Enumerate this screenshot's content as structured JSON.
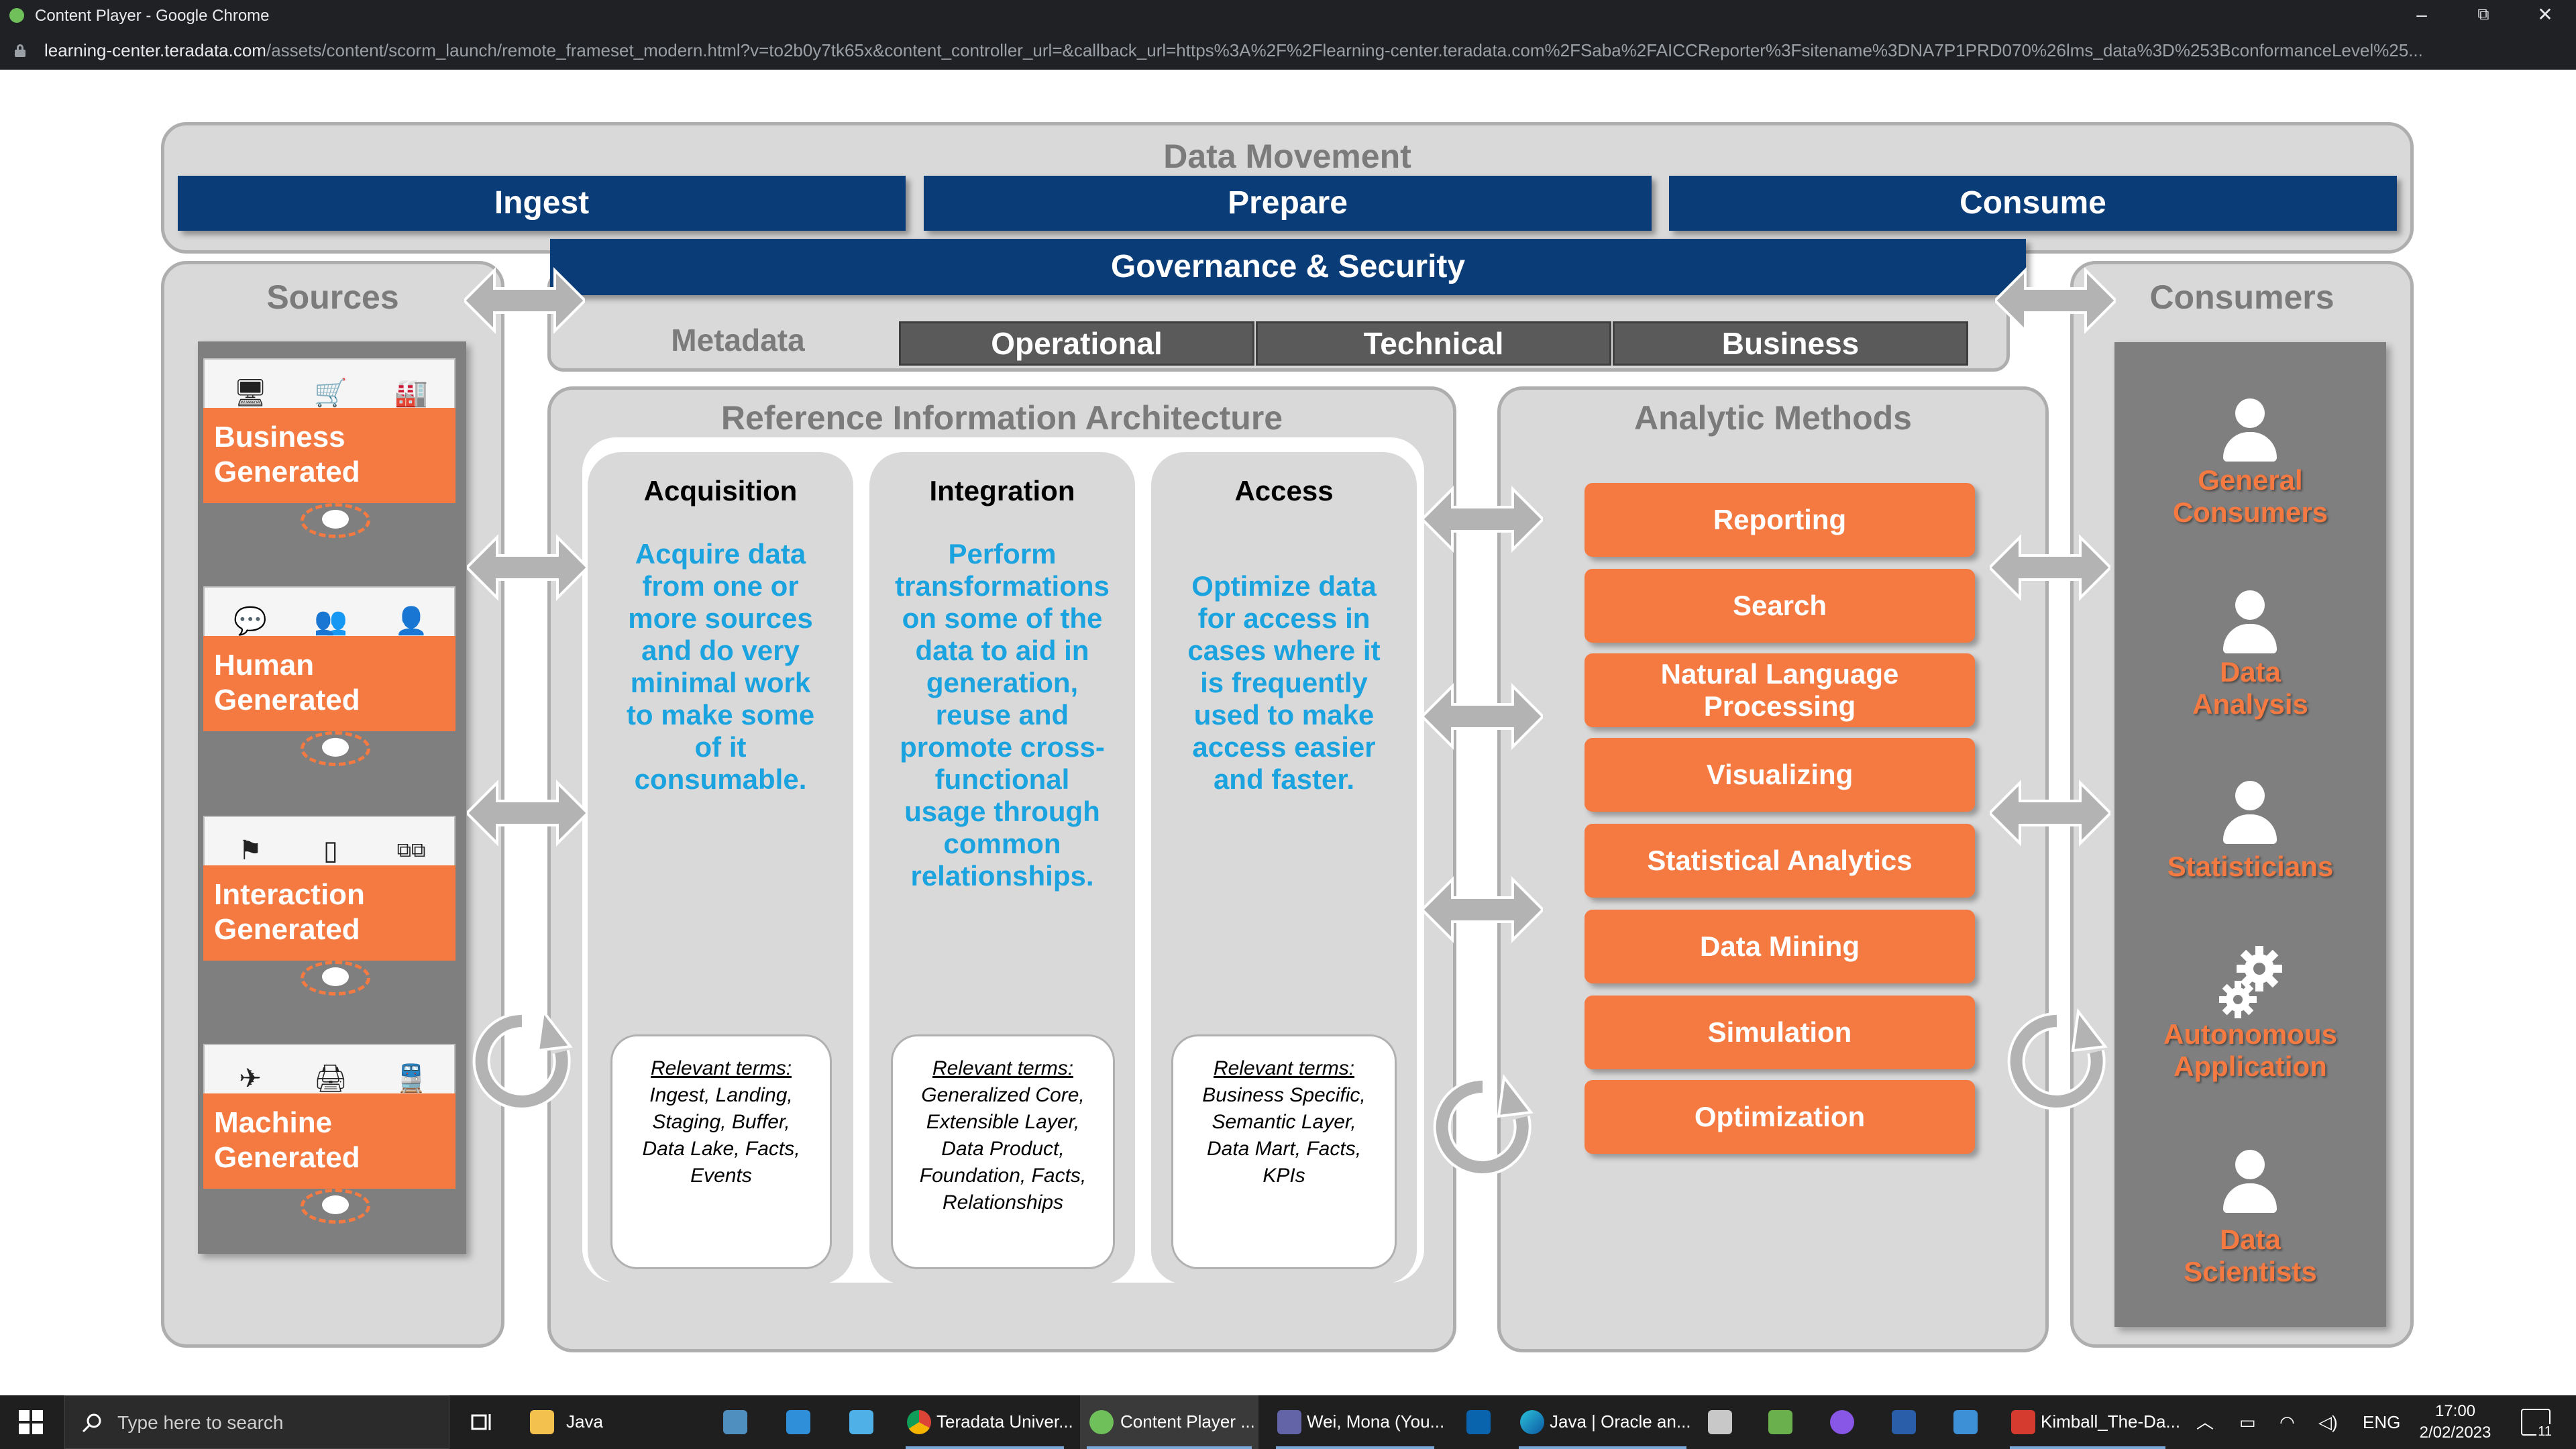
{
  "window": {
    "title": "Content Player - Google Chrome",
    "minimize": "–",
    "restore": "⧉",
    "close": "✕"
  },
  "address_bar": {
    "host": "learning-center.teradata.com",
    "path": "/assets/content/scorm_launch/remote_frameset_modern.html?v=to2b0y7tk65x&content_controller_url=&callback_url=https%3A%2F%2Flearning-center.teradata.com%2FSaba%2FAICCReporter%3Fsitename%3DNA7P1PRD070%26lms_data%3D%253BconformanceLevel%25..."
  },
  "diagram": {
    "data_movement": {
      "title": "Data Movement",
      "stages": [
        "Ingest",
        "Prepare",
        "Consume"
      ]
    },
    "governance": "Governance & Security",
    "metadata": {
      "label": "Metadata",
      "types": [
        "Operational",
        "Technical",
        "Business"
      ]
    },
    "sources": {
      "title": "Sources",
      "items": [
        {
          "label_line1": "Business",
          "label_line2": "Generated",
          "icons": [
            "monitor-icon",
            "cart-icon",
            "factory-icon"
          ]
        },
        {
          "label_line1": "Human",
          "label_line2": "Generated",
          "icons": [
            "chat-icon",
            "group-icon",
            "person-icon"
          ]
        },
        {
          "label_line1": "Interaction",
          "label_line2": "Generated",
          "icons": [
            "pointer-icon",
            "phone-icon",
            "network-icon"
          ]
        },
        {
          "label_line1": "Machine",
          "label_line2": "Generated",
          "icons": [
            "vehicle-icon",
            "printer-icon",
            "train-icon"
          ]
        }
      ]
    },
    "ria": {
      "title": "Reference Information Architecture",
      "columns": [
        {
          "heading": "Acquisition",
          "description": "Acquire data from one or more sources and do very minimal work to make some of it consumable.",
          "desc_lines": [
            "Acquire data",
            "from one or",
            "more sources",
            "and do very",
            "minimal work",
            "to make some",
            "of it",
            "consumable."
          ],
          "terms_heading": "Relevant terms:",
          "terms_lines": [
            "Ingest, Landing,",
            "Staging, Buffer,",
            "Data Lake, Facts,",
            "Events"
          ]
        },
        {
          "heading": "Integration",
          "description": "Perform transformations on some of the data to aid in generation, reuse and promote cross-functional usage through common relationships.",
          "desc_lines": [
            "Perform",
            "transformations",
            "on some of the",
            "data to aid in",
            "generation,",
            "reuse and",
            "promote cross-",
            "functional",
            "usage through",
            "common",
            "relationships."
          ],
          "terms_heading": "Relevant terms:",
          "terms_lines": [
            "Generalized Core,",
            "Extensible Layer,",
            "Data Product,",
            "Foundation, Facts,",
            "Relationships"
          ]
        },
        {
          "heading": "Access",
          "description": "Optimize data for access in cases where it is frequently used to make access easier and faster.",
          "desc_lines": [
            "Optimize data",
            "for access in",
            "cases where it",
            "is frequently",
            "used to make",
            "access easier",
            "and faster."
          ],
          "terms_heading": "Relevant terms:",
          "terms_lines": [
            "Business Specific,",
            "Semantic Layer,",
            "Data Mart, Facts,",
            "KPIs"
          ]
        }
      ]
    },
    "analytic_methods": {
      "title": "Analytic Methods",
      "items": [
        "Reporting",
        "Search",
        "Natural Language Processing",
        "Visualizing",
        "Statistical Analytics",
        "Data Mining",
        "Simulation",
        "Optimization"
      ]
    },
    "consumers": {
      "title": "Consumers",
      "items": [
        {
          "line1": "General",
          "line2": "Consumers",
          "icon": "person-icon"
        },
        {
          "line1": "Data",
          "line2": "Analysis",
          "icon": "person-icon"
        },
        {
          "line1": "Statisticians",
          "line2": "",
          "icon": "person-icon"
        },
        {
          "line1": "Autonomous",
          "line2": "Application",
          "icon": "gears-icon"
        },
        {
          "line1": "Data",
          "line2": "Scientists",
          "icon": "person-icon"
        }
      ]
    },
    "colors": {
      "navy": "#0a3d78",
      "orange": "#f47a42",
      "cyan_text": "#1aa3df",
      "panel_gray": "#d9d9d9",
      "column_gray": "#7f7f7f"
    }
  },
  "taskbar": {
    "search_placeholder": "Type here to search",
    "apps": [
      {
        "label": "Java",
        "icon": "folder-icon"
      },
      {
        "label": "",
        "icon": "task-manager-icon"
      },
      {
        "label": "",
        "icon": "vscode-icon"
      },
      {
        "label": "",
        "icon": "network-share-icon"
      },
      {
        "label": "Teradata Univer...",
        "icon": "chrome-icon"
      },
      {
        "label": "Content Player ...",
        "icon": "chrome-app-icon"
      },
      {
        "label": "Wei, Mona (You...",
        "icon": "teams-icon"
      },
      {
        "label": "",
        "icon": "outlook-icon"
      },
      {
        "label": "Java | Oracle an...",
        "icon": "edge-icon"
      },
      {
        "label": "",
        "icon": "bird-icon"
      },
      {
        "label": "",
        "icon": "snip-icon"
      },
      {
        "label": "",
        "icon": "github-icon"
      },
      {
        "label": "",
        "icon": "powershell-icon"
      },
      {
        "label": "",
        "icon": "explorer-icon"
      },
      {
        "label": "Kimball_The-Da...",
        "icon": "pdf-icon"
      }
    ],
    "tray": {
      "language": "ENG",
      "time": "17:00",
      "date": "2/02/2023",
      "notifications": "11"
    }
  }
}
